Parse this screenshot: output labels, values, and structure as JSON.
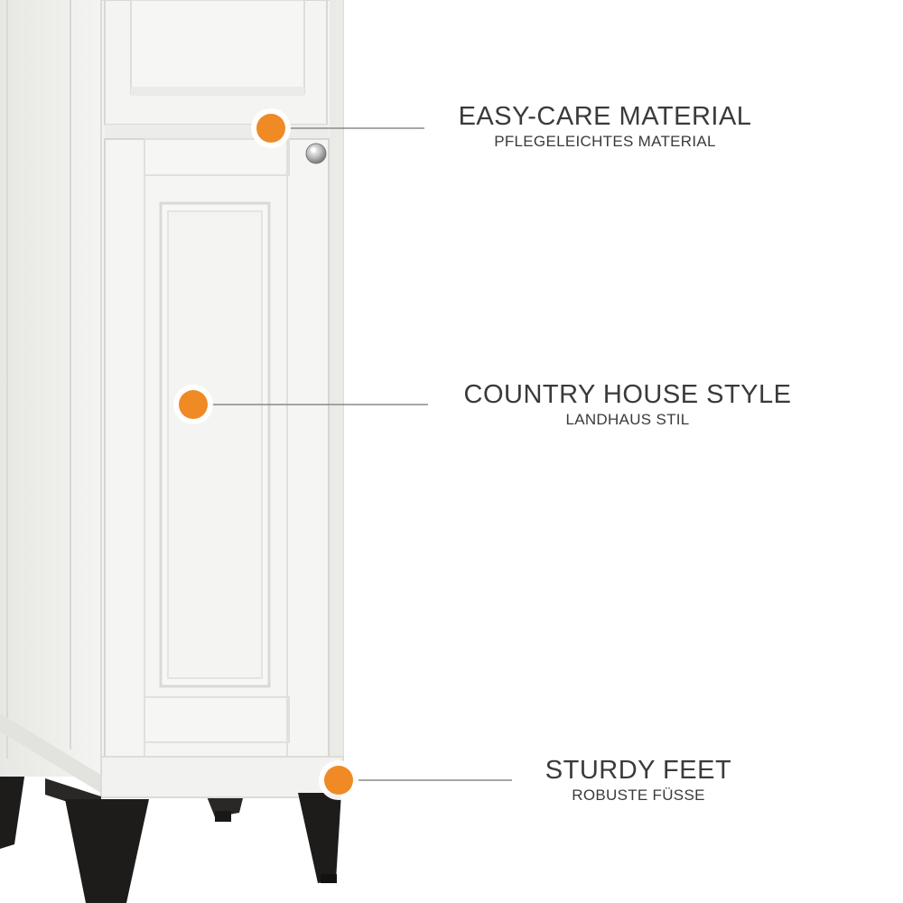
{
  "features": [
    {
      "title": "EASY-CARE MATERIAL",
      "subtitle": "PFLEGELEICHTES MATERIAL"
    },
    {
      "title": "COUNTRY HOUSE STYLE",
      "subtitle": "LANDHAUS STIL"
    },
    {
      "title": "STURDY FEET",
      "subtitle": "ROBUSTE FÜSSE"
    }
  ],
  "colors": {
    "marker": "#ef8a25",
    "cabinet": "#f3f3f1",
    "cabinet_shadow": "#dcdcd8",
    "legs": "#1e1c1a",
    "text": "#3a3a3a",
    "callout_line": "#8a8a8a"
  },
  "icons": [
    "orange-hotspot-marker",
    "chrome-knob"
  ]
}
